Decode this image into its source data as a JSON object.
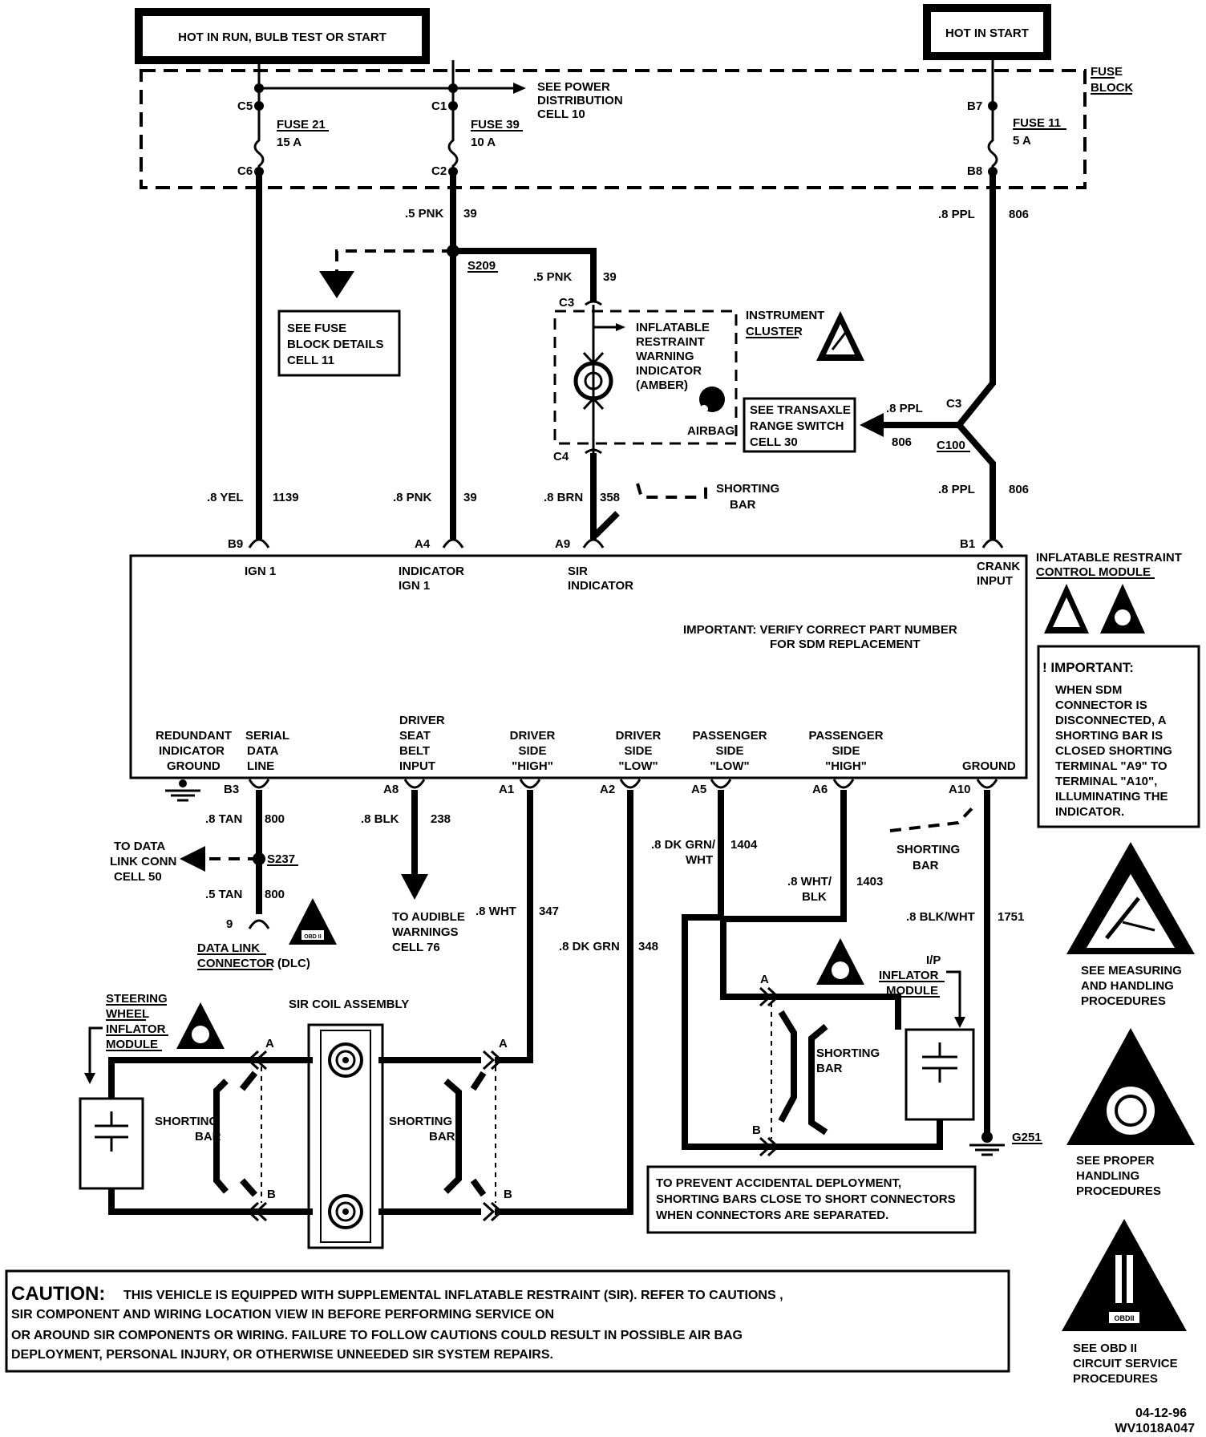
{
  "sources": {
    "hot_in_run": "HOT IN RUN, BULB TEST OR START",
    "hot_in_start": "HOT IN START"
  },
  "fuse_block": {
    "label_line1": "FUSE",
    "label_line2": "BLOCK",
    "see_power_line1": "SEE POWER",
    "see_power_line2": "DISTRIBUTION",
    "see_power_line3": "CELL 10",
    "fuses": [
      {
        "in": "C5",
        "out": "C6",
        "name": "FUSE 21",
        "rating": "15 A"
      },
      {
        "in": "C1",
        "out": "C2",
        "name": "FUSE 39",
        "rating": "10 A"
      },
      {
        "in": "B7",
        "out": "B8",
        "name": "FUSE 11",
        "rating": "5 A"
      }
    ]
  },
  "wires": {
    "pnk_top_gauge": ".5 PNK",
    "pnk_top_circuit": "39",
    "ppl_top_gauge": ".8 PPL",
    "ppl_top_circuit": "806",
    "splice_s209": "S209",
    "pnk_right_gauge": ".5 PNK",
    "pnk_right_circuit": "39",
    "yel_gauge": ".8 YEL",
    "yel_circuit": "1139",
    "pnk_mid_gauge": ".8 PNK",
    "pnk_mid_circuit": "39",
    "brn_gauge": ".8 BRN",
    "brn_circuit": "358",
    "ppl_mid_gauge": ".8 PPL",
    "ppl_mid_circuit": "806",
    "ppl_left_gauge": ".8 PPL",
    "ppl_left_circuit": "806",
    "tan_gauge": ".8 TAN",
    "tan_circuit": "800",
    "tan2_gauge": ".5 TAN",
    "tan2_circuit": "800",
    "splice_s237": "S237",
    "blk_gauge": ".8 BLK",
    "blk_circuit": "238",
    "wht_gauge": ".8 WHT",
    "wht_circuit": "347",
    "dkgrn_gauge": ".8 DK GRN",
    "dkgrn_circuit": "348",
    "dkgrnwht_gauge_l1": ".8 DK GRN/",
    "dkgrnwht_gauge_l2": "WHT",
    "dkgrnwht_circuit": "1404",
    "whtblk_gauge_l1": ".8 WHT/",
    "whtblk_gauge_l2": "BLK",
    "whtblk_circuit": "1403",
    "blkwht_gauge": ".8 BLK/WHT",
    "blkwht_circuit": "1751"
  },
  "see_fuse_block": {
    "l1": "SEE FUSE",
    "l2": "BLOCK DETAILS",
    "l3": "CELL 11"
  },
  "instrument_cluster": {
    "title_l1": "INSTRUMENT",
    "title_l2": "CLUSTER",
    "c3": "C3",
    "c4": "C4",
    "ind_l1": "INFLATABLE",
    "ind_l2": "RESTRAINT",
    "ind_l3": "WARNING",
    "ind_l4": "INDICATOR",
    "ind_l5": "(AMBER)",
    "airbag": "AIRBAG"
  },
  "transaxle": {
    "l1": "SEE TRANSAXLE",
    "l2": "RANGE SWITCH",
    "l3": "CELL 30",
    "conn_c3": "C3",
    "conn_c100": "C100"
  },
  "shorting_bar": {
    "l1": "SHORTING",
    "l2": "BAR"
  },
  "sdm": {
    "title_l1": "INFLATABLE RESTRAINT",
    "title_l2": "CONTROL MODULE",
    "pins_top": [
      {
        "pin": "B9",
        "l1": "IGN 1",
        "l2": ""
      },
      {
        "pin": "A4",
        "l1": "INDICATOR",
        "l2": "IGN 1"
      },
      {
        "pin": "A9",
        "l1": "SIR",
        "l2": "INDICATOR"
      },
      {
        "pin": "B1",
        "l1": "CRANK",
        "l2": "INPUT"
      }
    ],
    "important_l1": "IMPORTANT:   VERIFY CORRECT PART NUMBER",
    "important_l2": "FOR SDM REPLACEMENT",
    "bottom_labels": {
      "redundant_l1": "REDUNDANT",
      "redundant_l2": "INDICATOR",
      "redundant_l3": "GROUND",
      "serial_l1": "SERIAL",
      "serial_l2": "DATA",
      "serial_l3": "LINE",
      "seat_l1": "DRIVER",
      "seat_l2": "SEAT",
      "seat_l3": "BELT",
      "seat_l4": "INPUT",
      "dh_l1": "DRIVER",
      "dh_l2": "SIDE",
      "dh_l3": "\"HIGH\"",
      "dl_l1": "DRIVER",
      "dl_l2": "SIDE",
      "dl_l3": "\"LOW\"",
      "pl_l1": "PASSENGER",
      "pl_l2": "SIDE",
      "pl_l3": "\"LOW\"",
      "ph_l1": "PASSENGER",
      "ph_l2": "SIDE",
      "ph_l3": "\"HIGH\"",
      "ground": "GROUND"
    },
    "pins_bottom": [
      "B3",
      "A8",
      "A1",
      "A2",
      "A5",
      "A6",
      "A10"
    ]
  },
  "important_box": {
    "title": "IMPORTANT:",
    "lines": [
      "WHEN SDM",
      "CONNECTOR IS",
      "DISCONNECTED, A",
      "SHORTING BAR IS",
      "CLOSED SHORTING",
      "TERMINAL \"A9\" TO",
      "TERMINAL \"A10\",",
      "ILLUMINATING THE",
      "INDICATOR."
    ]
  },
  "data_link": {
    "to_l1": "TO DATA",
    "to_l2": "LINK CONN",
    "to_l3": "CELL 50",
    "pin": "9",
    "dlc_l1": "DATA LINK",
    "dlc_l2": "CONNECTOR",
    "dlc_l3": "(DLC)",
    "obd": "OBD II"
  },
  "audible": {
    "l1": "TO AUDIBLE",
    "l2": "WARNINGS",
    "l3": "CELL 76"
  },
  "steering": {
    "l1": "STEERING",
    "l2": "WHEEL",
    "l3": "INFLATOR",
    "l4": "MODULE"
  },
  "sir_coil": "SIR COIL ASSEMBLY",
  "ip_inflator": {
    "l1": "I/P",
    "l2": "INFLATOR",
    "l3": "MODULE"
  },
  "ground_g251": "G251",
  "pin_a": "A",
  "pin_b": "B",
  "prevent_note": {
    "l1": "TO PREVENT ACCIDENTAL DEPLOYMENT,",
    "l2": "SHORTING BARS CLOSE TO SHORT CONNECTORS",
    "l3": "WHEN CONNECTORS ARE SEPARATED."
  },
  "caution": {
    "word": "CAUTION:",
    "l1": "THIS VEHICLE IS EQUIPPED WITH SUPPLEMENTAL INFLATABLE RESTRAINT (SIR). REFER TO CAUTIONS ,",
    "l2": "SIR COMPONENT AND WIRING LOCATION VIEW IN BEFORE PERFORMING SERVICE ON",
    "l3": "OR AROUND SIR COMPONENTS OR WIRING.  FAILURE TO FOLLOW CAUTIONS COULD  RESULT IN POSSIBLE AIR BAG",
    "l4": "DEPLOYMENT, PERSONAL INJURY,  OR OTHERWISE UNNEEDED   SIR SYSTEM REPAIRS."
  },
  "legend": {
    "esd_l1": "SEE MEASURING",
    "esd_l2": "AND HANDLING",
    "esd_l3": "PROCEDURES",
    "handling_l1": "SEE PROPER",
    "handling_l2": "HANDLING",
    "handling_l3": "PROCEDURES",
    "obd_l1": "SEE OBD II",
    "obd_l2": "CIRCUIT SERVICE",
    "obd_l3": "PROCEDURES",
    "obd_badge": "OBDII"
  },
  "footer": {
    "date": "04-12-96",
    "code": "WV1018A047"
  }
}
